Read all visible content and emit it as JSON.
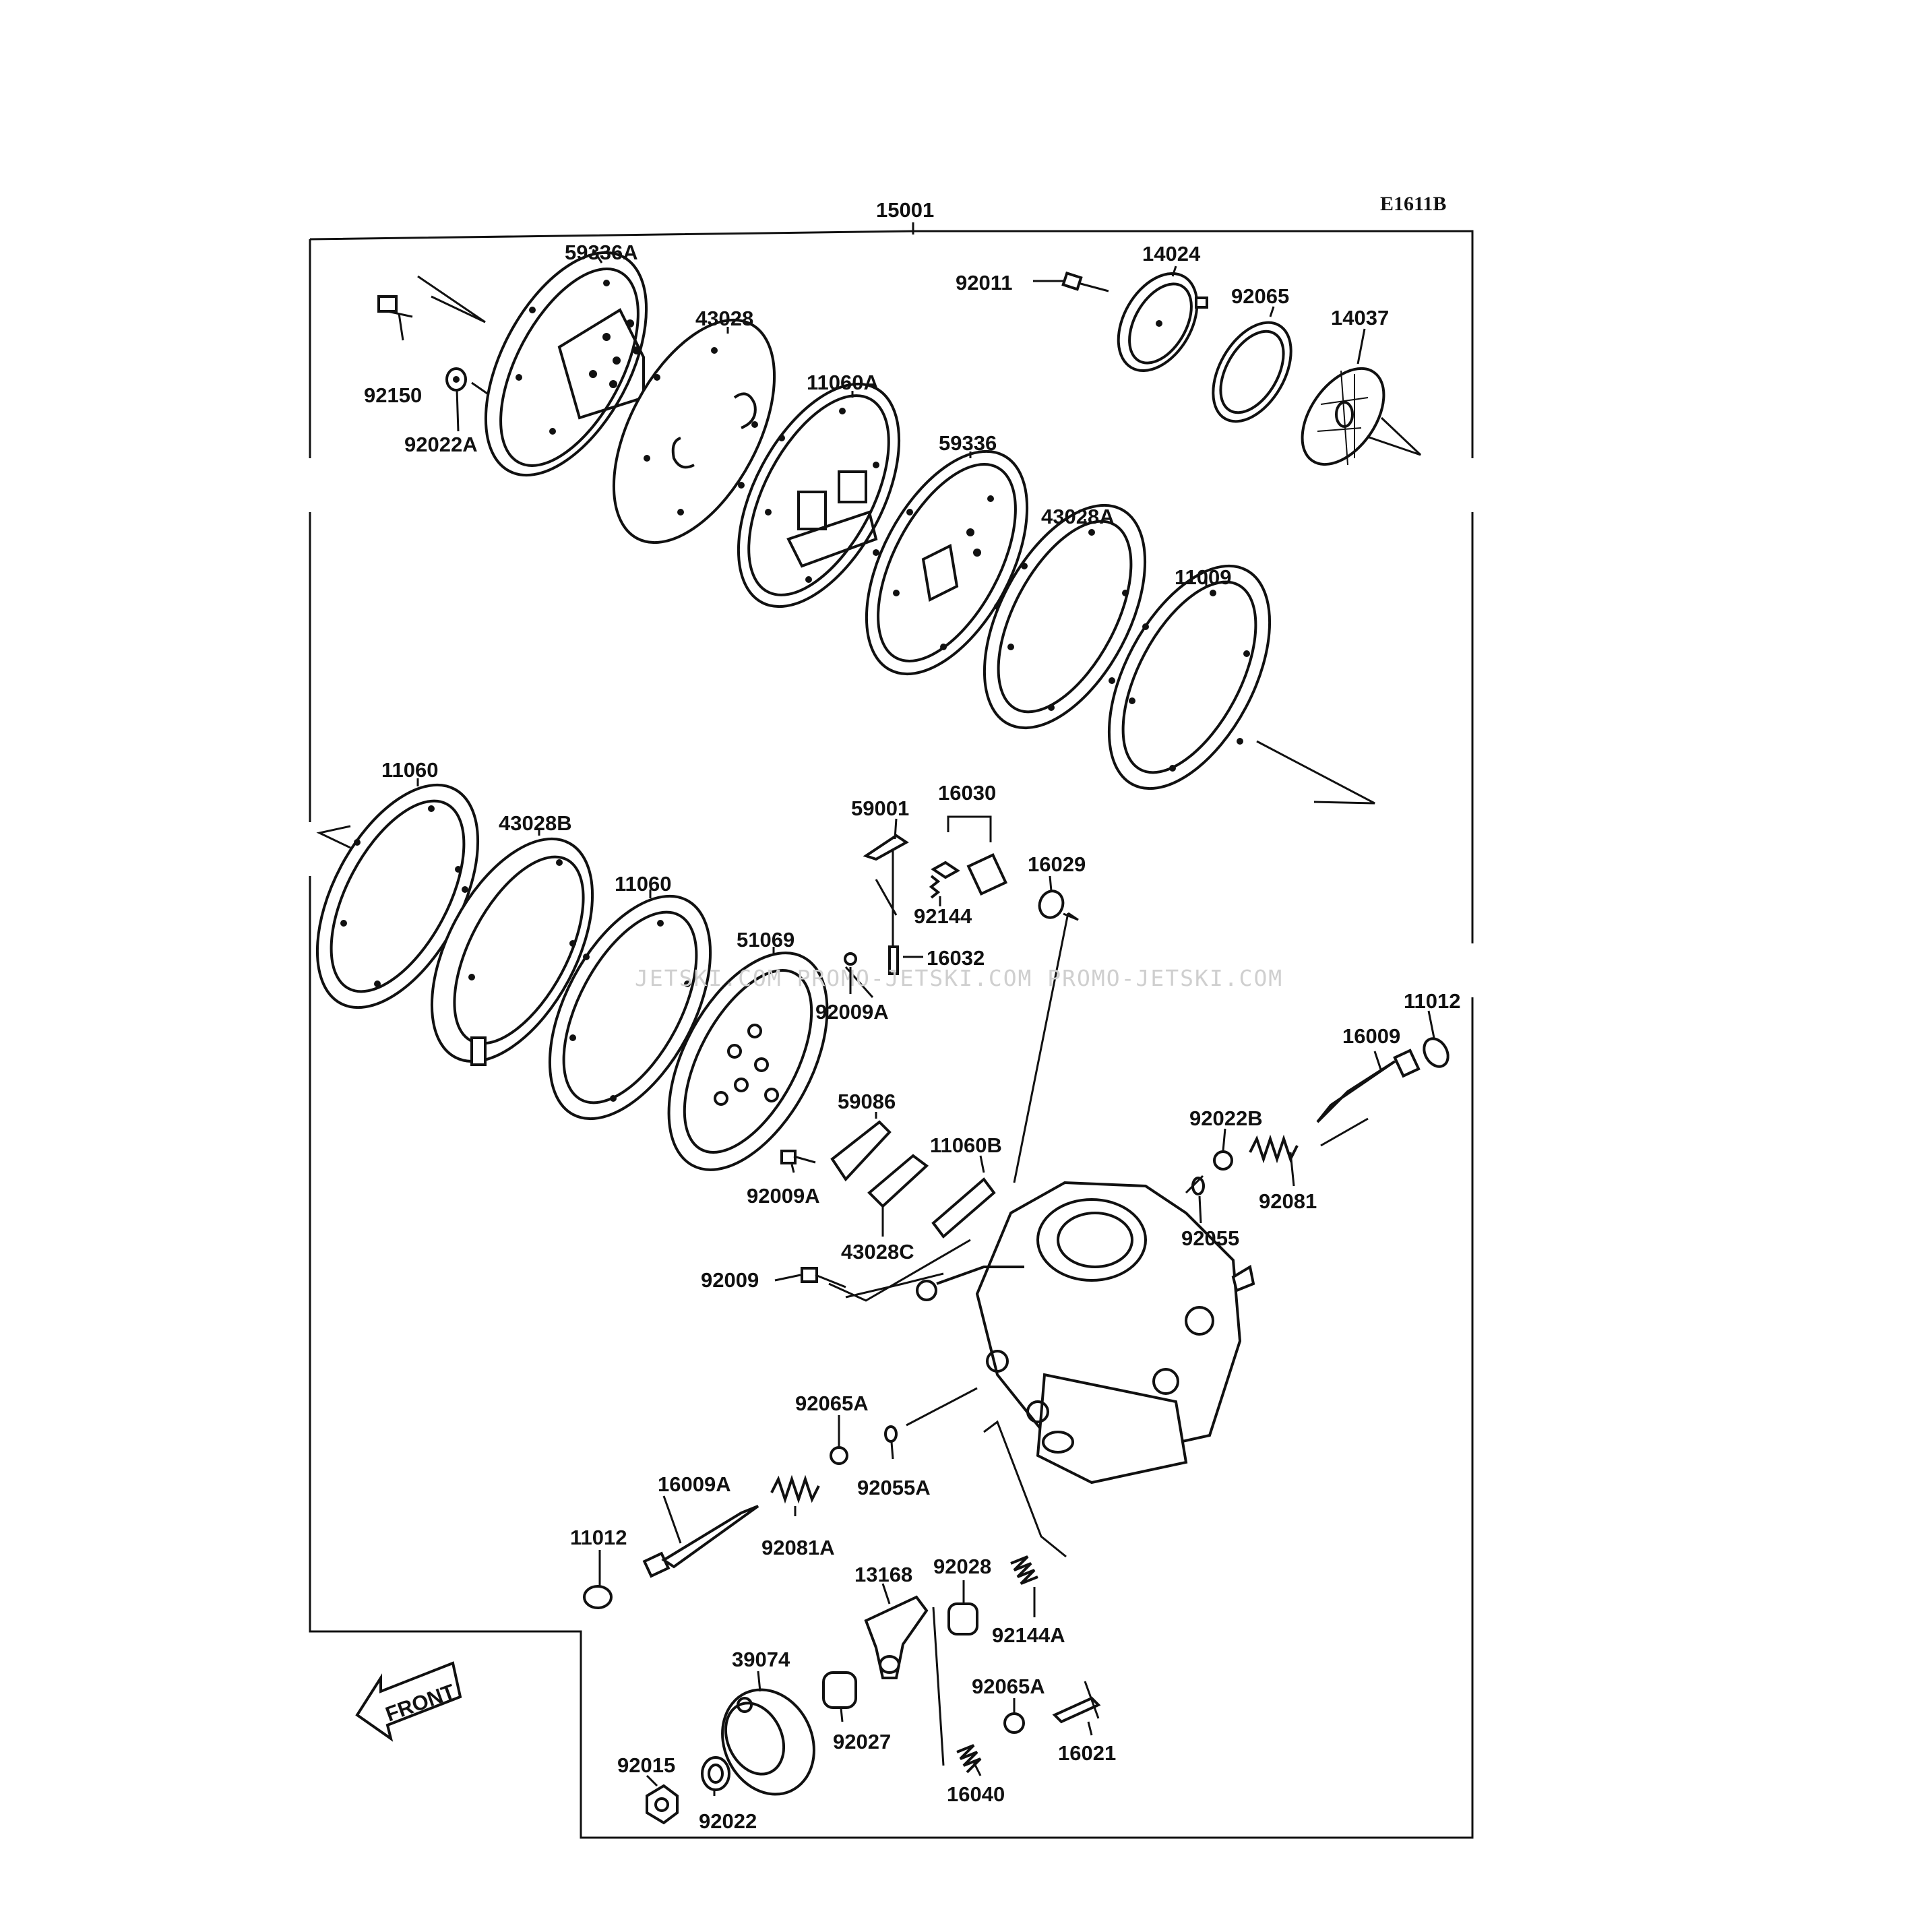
{
  "diagram": {
    "code": "E1611B",
    "assembly": "15001",
    "front_label": "FRONT",
    "watermark": "JETSKI.COM  PROMO-JETSKI.COM  PROMO-JETSKI.COM",
    "labels": {
      "p59336A": "59336A",
      "p43028": "43028",
      "p92150": "92150",
      "p92022A": "92022A",
      "p11060A": "11060A",
      "p92011": "92011",
      "p14024": "14024",
      "p92065": "92065",
      "p14037": "14037",
      "p59336": "59336",
      "p43028A": "43028A",
      "p11009": "11009",
      "p11060_1": "11060",
      "p43028B": "43028B",
      "p11060_2": "11060",
      "p51069": "51069",
      "p59001": "59001",
      "p16030": "16030",
      "p92144": "92144",
      "p16029": "16029",
      "p16032": "16032",
      "p92009A_1": "92009A",
      "p11012_1": "11012",
      "p16009": "16009",
      "p59086": "59086",
      "p11060B": "11060B",
      "p92022B": "92022B",
      "p92081": "92081",
      "p92009A_2": "92009A",
      "p43028C": "43028C",
      "p92055": "92055",
      "p92009": "92009",
      "p92065A_1": "92065A",
      "p92055A": "92055A",
      "p16009A": "16009A",
      "p92081A": "92081A",
      "p11012_2": "11012",
      "p13168": "13168",
      "p92028": "92028",
      "p92144A": "92144A",
      "p39074": "39074",
      "p92027": "92027",
      "p92065A_2": "92065A",
      "p92015": "92015",
      "p92022": "92022",
      "p16040": "16040",
      "p16021": "16021"
    }
  }
}
